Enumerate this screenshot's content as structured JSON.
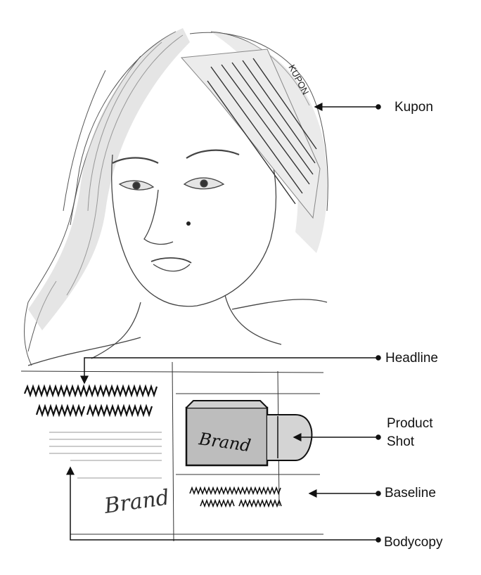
{
  "callouts": {
    "kupon": "Kupon",
    "headline": "Headline",
    "product_shot_line1": "Product",
    "product_shot_line2": "Shot",
    "baseline": "Baseline",
    "bodycopy": "Bodycopy"
  },
  "sketch_text": {
    "coupon_lettering": "KUPON",
    "package_brand": "Brand",
    "signature_brand": "Brand"
  },
  "colors": {
    "pencil": "#2a2a2a",
    "pencil_light": "#8a8a8a",
    "ink": "#111111",
    "paper": "#ffffff"
  }
}
